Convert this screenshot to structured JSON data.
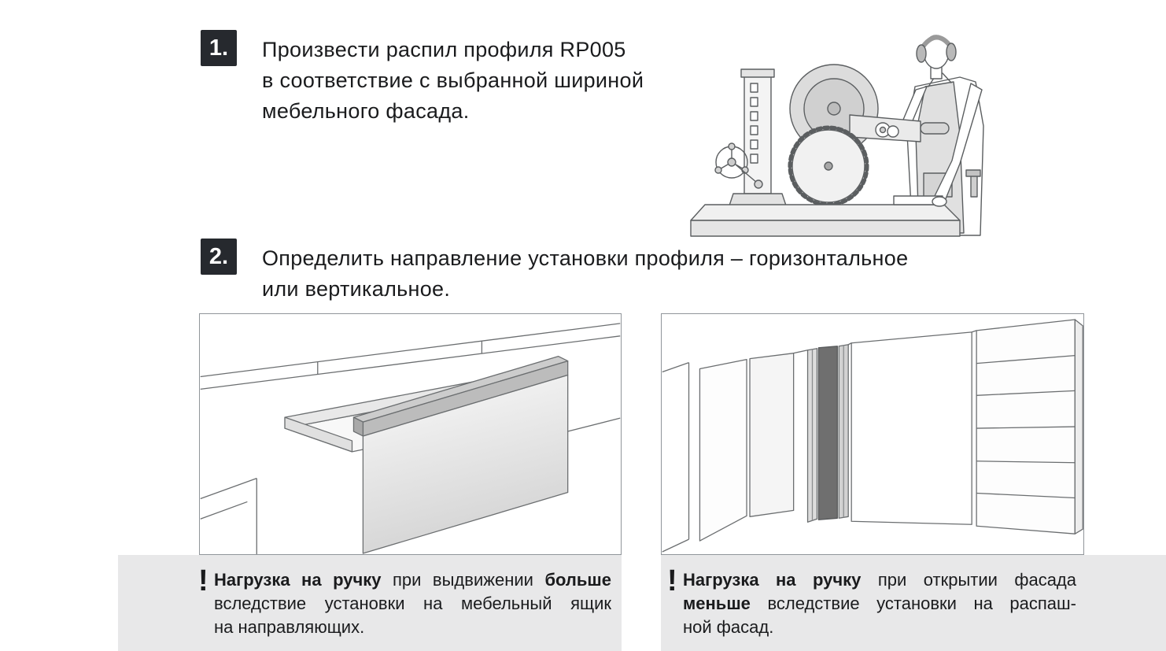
{
  "steps": [
    {
      "number": "1.",
      "lines": [
        "Произвести распил профиля RP005",
        "в соответствие с выбранной шириной",
        "мебельного фасада."
      ]
    },
    {
      "number": "2.",
      "lines": [
        "Определить направление установки профиля – горизонтальное",
        "или вертикальное."
      ]
    }
  ],
  "notes": [
    {
      "mark": "!",
      "lines": [
        {
          "runs": [
            {
              "t": "Нагрузка на ручку"
            },
            {
              "t": " при выдвижении "
            },
            {
              "t": "больше"
            }
          ]
        },
        {
          "runs": [
            {
              "t": "вследствие установки на мебельный ящик"
            }
          ]
        },
        {
          "runs": [
            {
              "t": "на направляющих."
            }
          ]
        }
      ]
    },
    {
      "mark": "!",
      "lines": [
        {
          "runs": [
            {
              "t": "Нагрузка на ручку"
            },
            {
              "t": " при открытии фасада"
            }
          ]
        },
        {
          "runs": [
            {
              "t": "меньше"
            },
            {
              "t": " вследствие установки на распаш-"
            }
          ]
        },
        {
          "runs": [
            {
              "t": "ной фасад."
            }
          ]
        }
      ]
    }
  ],
  "illustrations": {
    "saw": "worker cutting profile on miter saw",
    "drawer": "horizontal profile on furniture drawer front",
    "wardrobe": "vertical profile on hinged cabinet doors"
  },
  "colors": {
    "badge_bg": "#26292e",
    "badge_text": "#ffffff",
    "note_bg": "#e8e8e9",
    "text": "#1a1b1d",
    "line_art": "#6b6e70"
  }
}
